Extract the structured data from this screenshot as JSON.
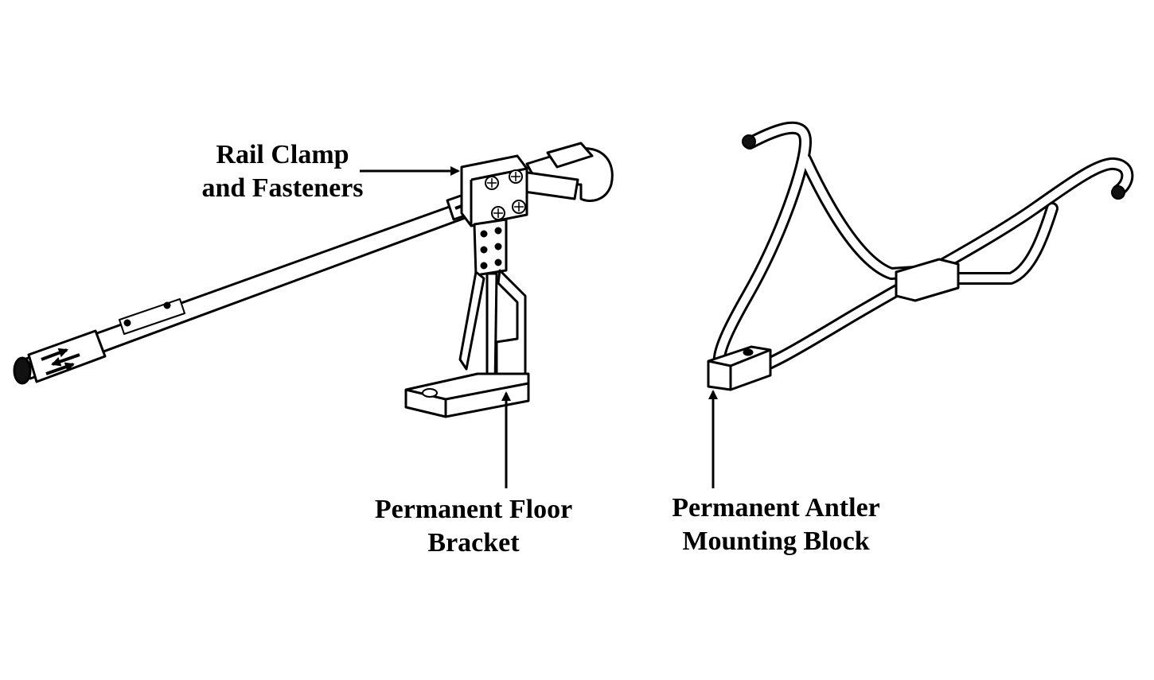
{
  "labels": {
    "rail_clamp": {
      "line1": "Rail Clamp",
      "line2": "and Fasteners"
    },
    "floor_bracket": {
      "line1": "Permanent Floor",
      "line2": "Bracket"
    },
    "antler_block": {
      "line1": "Permanent Antler",
      "line2": "Mounting Block"
    }
  },
  "colors": {
    "ink": "#000000",
    "paper": "#ffffff"
  }
}
